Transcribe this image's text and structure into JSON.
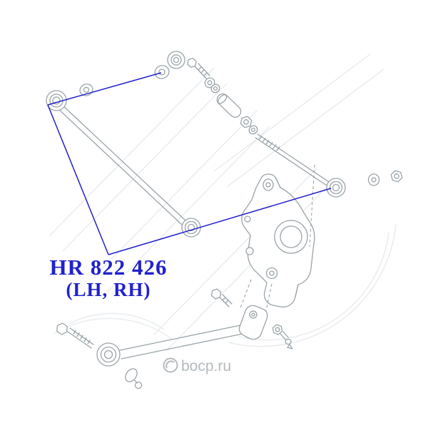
{
  "label": {
    "part_number": "HR 822 426",
    "variant": "(LH, RH)"
  },
  "watermark": {
    "site": "bocp.ru"
  },
  "colors": {
    "annotation": "#2121cd",
    "line_art": "#9aa4a9",
    "watermark_pattern": "#e8ebee",
    "watermark_text": "#b4babd"
  }
}
